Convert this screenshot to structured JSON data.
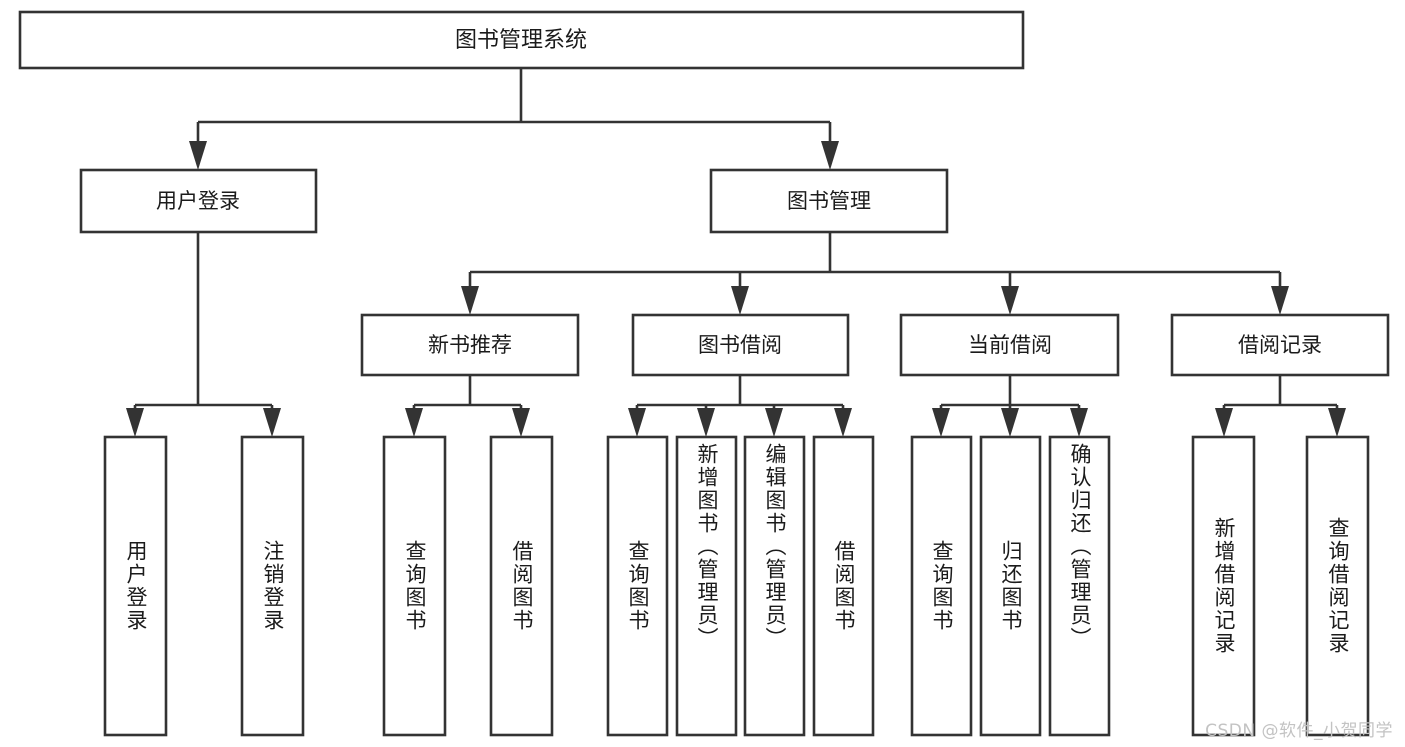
{
  "diagram": {
    "title": "图书管理系统",
    "watermark": "CSDN @软件_小贺同学",
    "line_color": "#333333",
    "box_fill": "#ffffff",
    "text_color": "#1b1b1b",
    "watermark_color": "#c3c3c3",
    "root": {
      "label": "图书管理系统",
      "level": 0
    },
    "level1": [
      {
        "label": "用户登录"
      },
      {
        "label": "图书管理"
      }
    ],
    "level2": [
      {
        "label": "新书推荐",
        "parent": "图书管理"
      },
      {
        "label": "图书借阅",
        "parent": "图书管理"
      },
      {
        "label": "当前借阅",
        "parent": "图书管理"
      },
      {
        "label": "借阅记录",
        "parent": "图书管理"
      }
    ],
    "leaves": {
      "user_login": [
        {
          "label": "用户登录"
        },
        {
          "label": "注销登录"
        }
      ],
      "new_book_recommend": [
        {
          "label": "查询图书"
        },
        {
          "label": "借阅图书"
        }
      ],
      "book_borrow": [
        {
          "label": "查询图书"
        },
        {
          "label": "新增图书（管理员）"
        },
        {
          "label": "编辑图书（管理员）"
        },
        {
          "label": "借阅图书"
        }
      ],
      "current_borrow": [
        {
          "label": "查询图书"
        },
        {
          "label": "归还图书"
        },
        {
          "label": "确认归还（管理员）"
        }
      ],
      "borrow_record": [
        {
          "label": "新增借阅记录"
        },
        {
          "label": "查询借阅记录"
        }
      ]
    }
  }
}
